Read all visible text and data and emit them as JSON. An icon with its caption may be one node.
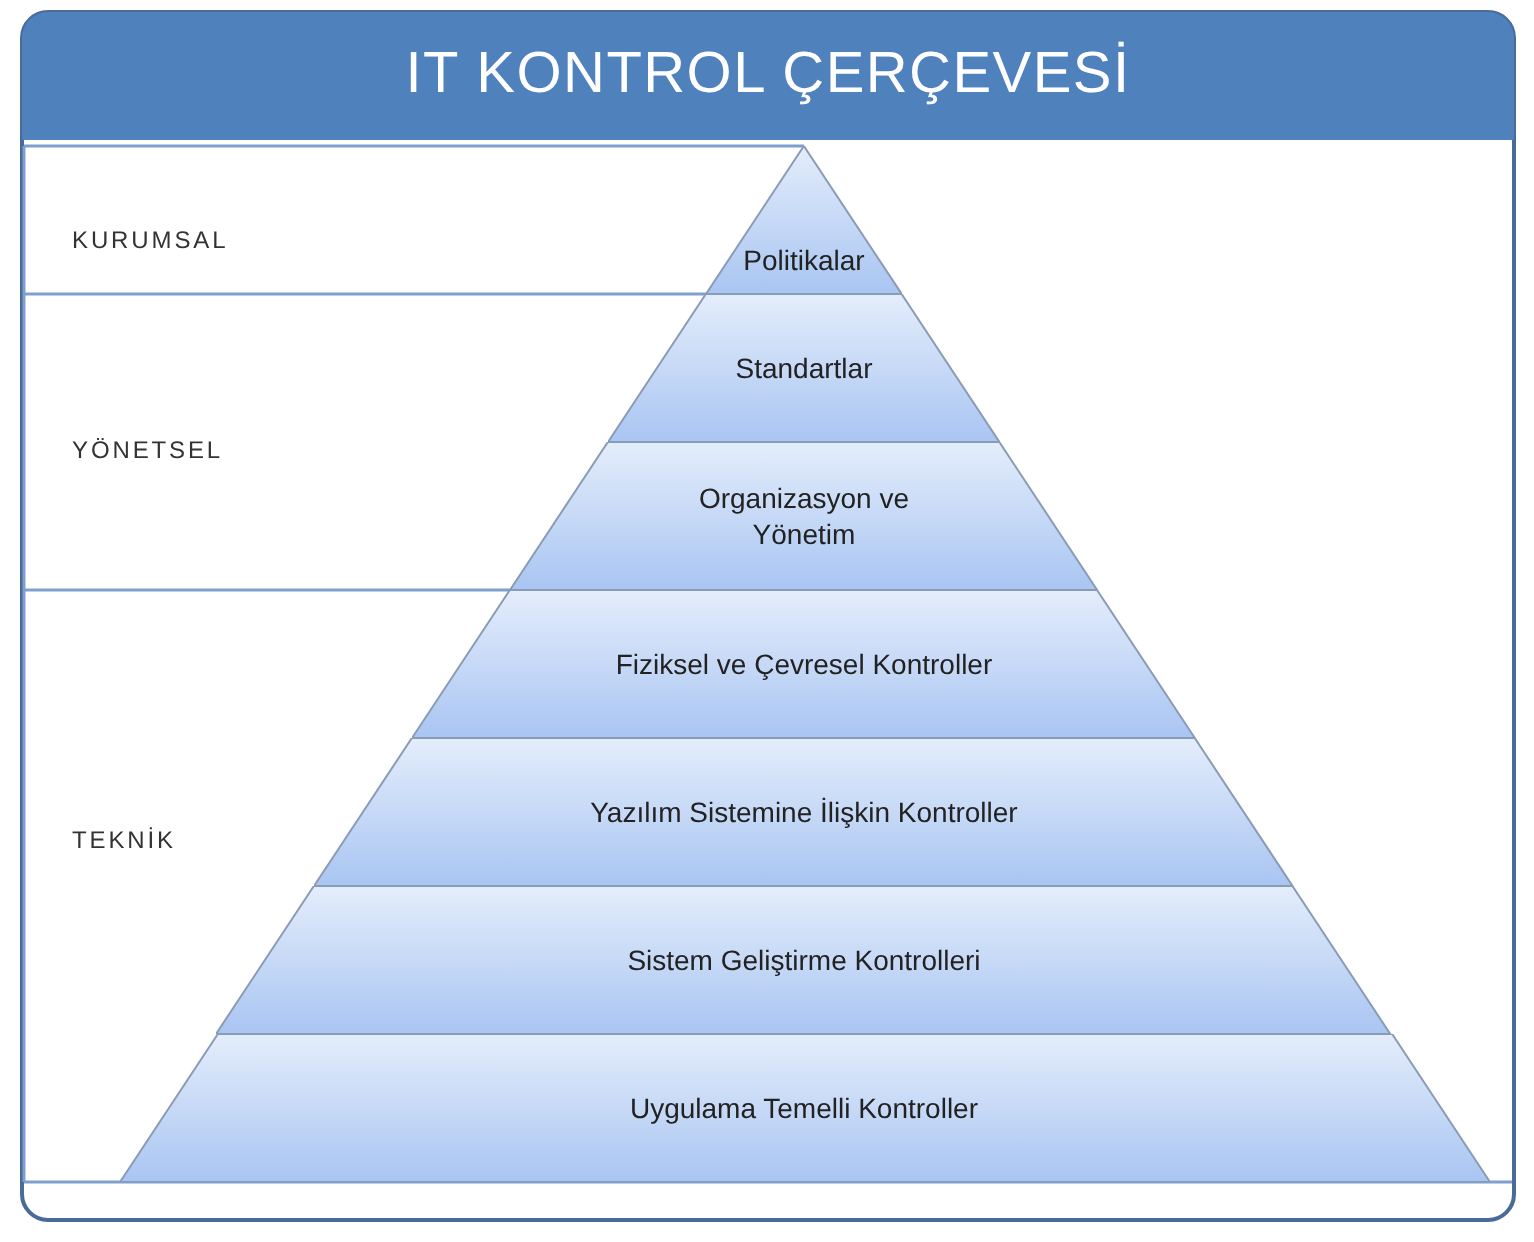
{
  "diagram": {
    "title": "IT KONTROL ÇERÇEVESİ",
    "nodes": [
      {
        "text": [
          "Politikalar"
        ]
      },
      {
        "text": [
          "Standartlar"
        ]
      },
      {
        "text": [
          "Organizasyon ve Yönetim"
        ]
      },
      {
        "text": [
          "Fiziksel ve Çevresel Kontroller"
        ]
      },
      {
        "text": [
          "Yazılım Sistemine İlişkin Kontroller"
        ]
      },
      {
        "text": [
          "Sistem Geliştirme Kontrolleri"
        ]
      },
      {
        "text": [
          "Uygulama Temelli Kontroller"
        ]
      }
    ],
    "labels": [
      "KURUMSAL",
      "YÖNETSEL",
      "TEKNİK"
    ]
  }
}
